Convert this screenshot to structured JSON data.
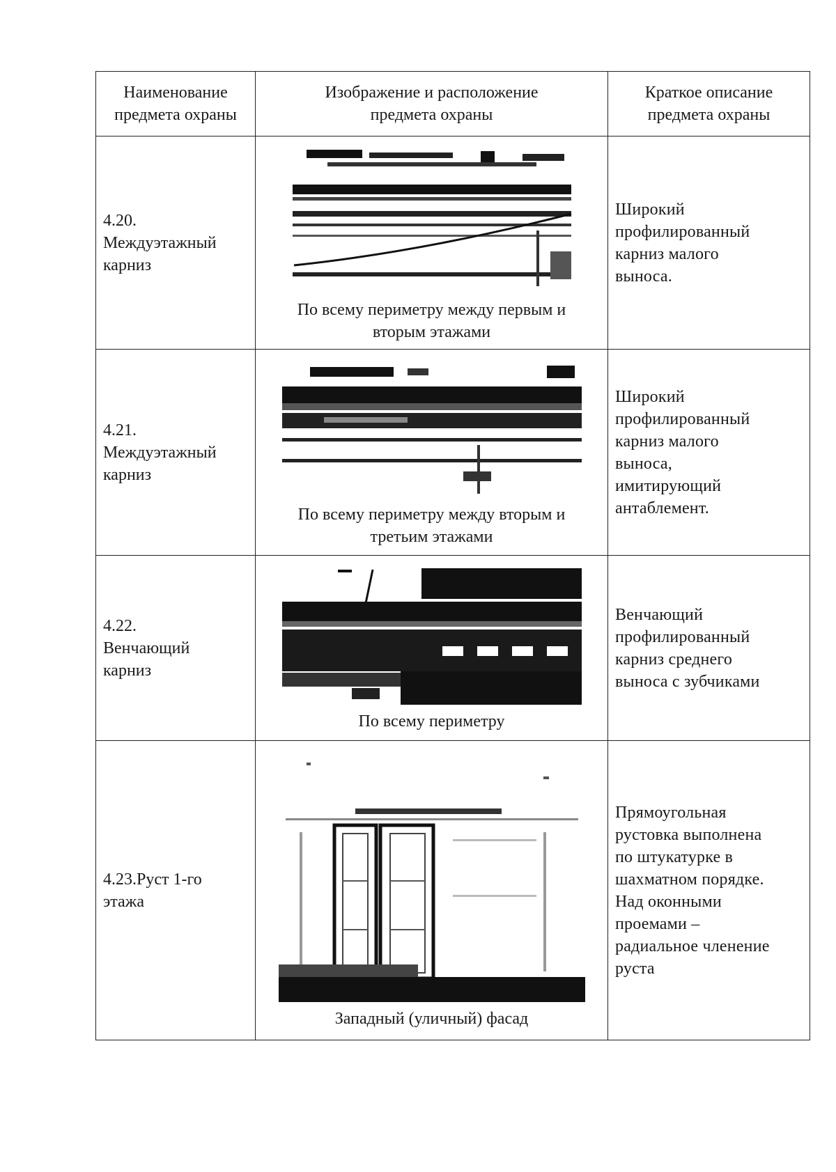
{
  "table": {
    "headers": [
      [
        "Наименование",
        "предмета охраны"
      ],
      [
        "Изображение и расположение",
        "предмета охраны"
      ],
      [
        "Краткое описание",
        "предмета охраны"
      ]
    ],
    "rows": [
      {
        "name": [
          "4.20.",
          "Междуэтажный",
          "карниз"
        ],
        "location": [
          "По всему периметру между первым и",
          "вторым этажами"
        ],
        "description": [
          "Широкий",
          "профилированный",
          "карниз малого",
          "выноса."
        ]
      },
      {
        "name": [
          "4.21.",
          "Междуэтажный",
          "карниз"
        ],
        "location": [
          "По всему периметру между вторым и",
          "третьим этажами"
        ],
        "description": [
          "Широкий",
          "профилированный",
          "карниз малого",
          "выноса,",
          "имитирующий",
          "антаблемент."
        ]
      },
      {
        "name": [
          "4.22.",
          "Венчающий",
          "карниз"
        ],
        "location": [
          "По всему периметру"
        ],
        "description": [
          "Венчающий",
          "профилированный",
          "карниз среднего",
          "выноса с зубчиками"
        ]
      },
      {
        "name": [
          "4.23.Руст 1-го",
          "этажа"
        ],
        "location": [
          "Западный (уличный) фасад"
        ],
        "description": [
          "Прямоугольная",
          "рустовка выполнена",
          "по штукатурке в",
          "шахматном порядке.",
          "Над оконными",
          "проемами –",
          "радиальное членение",
          "руста"
        ]
      }
    ]
  }
}
